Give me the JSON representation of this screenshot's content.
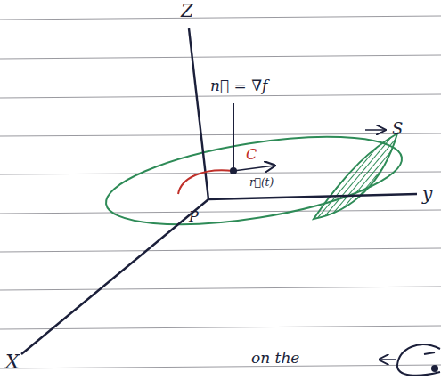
{
  "diagram": {
    "labels": [
      "Z",
      "n⃗ = ∇f",
      "S",
      "C",
      "r⃗(t)",
      "y",
      "P",
      "X",
      "on the"
    ]
  }
}
